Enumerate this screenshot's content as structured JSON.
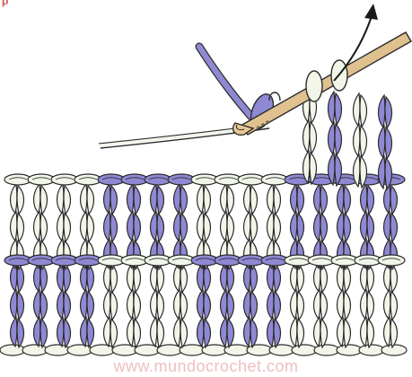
{
  "illustration": {
    "subject": "crochet-colorwork-stitch-diagram",
    "colors": {
      "main_yarn": "#f1f6e9",
      "main_shadow": "#c9d4bf",
      "contrast_yarn": "#8f89d4",
      "contrast_shadow": "#6a63b8",
      "outline": "#2b2b2b",
      "hook": "#e7c894",
      "hook_shadow": "#b8955c",
      "watermark": "#e8a9ad",
      "arrow": "#1a1a1a"
    },
    "icons": [
      "crochet-hook-icon",
      "yarn-strand-icon",
      "direction-arrow-icon"
    ]
  },
  "watermark": {
    "text": "www.mundocrochet.com"
  },
  "corner_mark": {
    "text": "ρ"
  }
}
